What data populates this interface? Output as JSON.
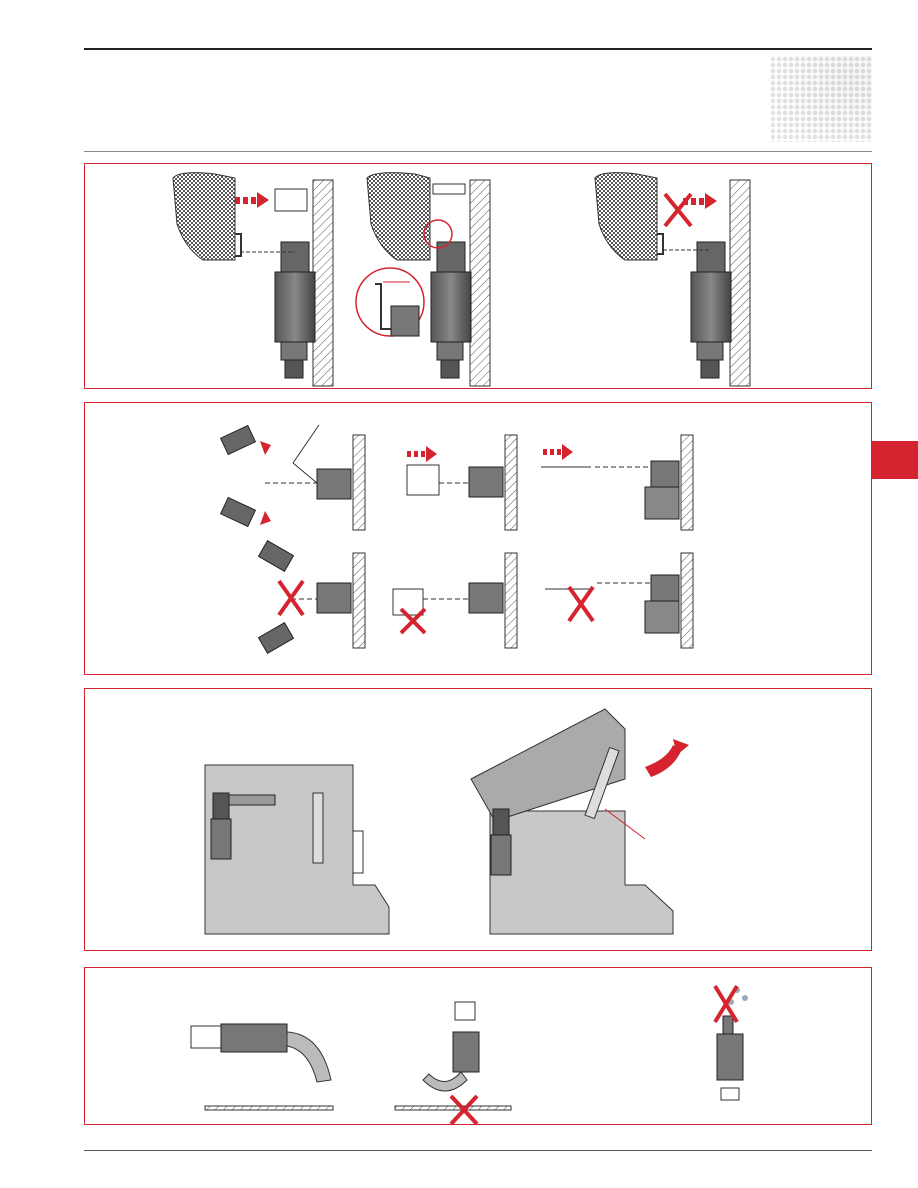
{
  "page": {
    "title": "",
    "accent_color": "#d5232f",
    "sections": [
      {
        "name": "mounting-actuator-alignment"
      },
      {
        "name": "actuator-insertion-angles"
      },
      {
        "name": "hinged-guard-application"
      },
      {
        "name": "cable-orientation"
      }
    ]
  },
  "icons": [
    "insert-arrow-icon",
    "prohibited-cross-icon",
    "water-drop-icon",
    "opening-arrow-icon"
  ]
}
